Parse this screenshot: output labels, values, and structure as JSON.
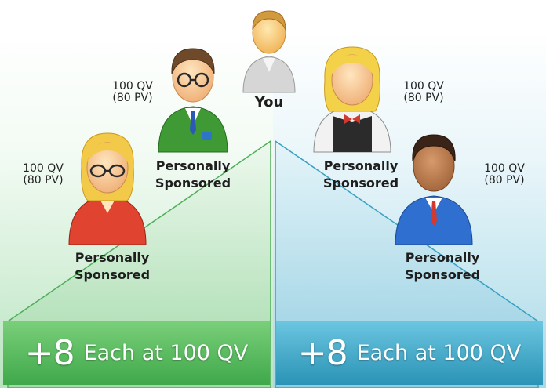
{
  "you_label": "You",
  "sponsored_label": [
    "Personally",
    "Sponsored"
  ],
  "qv_label": [
    "100 QV",
    "(80 PV)"
  ],
  "banners": [
    {
      "big": "+8",
      "small": "Each at 100 QV"
    },
    {
      "big": "+8",
      "small": "Each at 100 QV"
    }
  ],
  "colors": {
    "green_banner": "#3fa84a",
    "blue_banner": "#2a93b6",
    "green_shirt": "#3f9a35",
    "red_shirt": "#e0432f",
    "blue_shirt": "#2e6fd0",
    "you_shirt": "#cfcfcf"
  }
}
